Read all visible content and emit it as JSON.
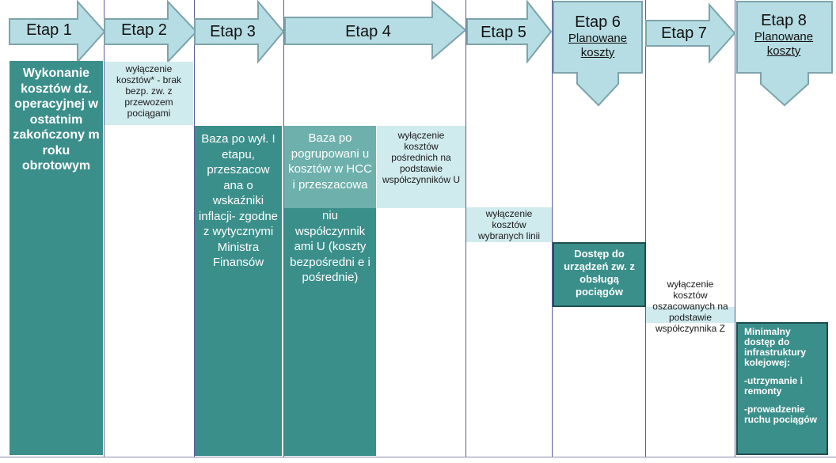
{
  "stages": [
    {
      "label": "Etap 1",
      "sub": ""
    },
    {
      "label": "Etap 2",
      "sub": ""
    },
    {
      "label": "Etap 3",
      "sub": ""
    },
    {
      "label": "Etap 4",
      "sub": ""
    },
    {
      "label": "Etap 5",
      "sub": ""
    },
    {
      "label": "Etap 6",
      "sub": "Planowane koszty"
    },
    {
      "label": "Etap 7",
      "sub": ""
    },
    {
      "label": "Etap 8",
      "sub": "Planowane koszty"
    }
  ],
  "boxes": {
    "stage1_main": "Wykonanie kosztów dz. operacyjnej w ostatnim zakończony m roku obrotowym",
    "stage2_note": "wyłączenie kosztów* - brak bezp. zw. z przewozem pociągami",
    "stage3_main": "Baza po wył. I etapu, przeszacow ana o wskaźniki inflacji- zgodne z wytycznymi Ministra Finansów",
    "stage4_main_top": "Baza po pogrupowani u kosztów w HCC i przeszacowa",
    "stage4_main_bottom": "niu współczynnik ami U (koszty bezpośredni e i pośrednie)",
    "stage4_note": "wyłączenie kosztów pośrednich na podstawie współczynników U",
    "stage5_note": "wyłączenie kosztów wybranych linii",
    "stage6_main": "Dostęp do urządzeń zw. z obsługą pociągów",
    "stage7_note": "wyłączenie kosztów oszacowanych na podstawie współczynnika Z",
    "stage8_title": "Minimalny dostęp do infrastruktury kolejowej:",
    "stage8_item1": "-utrzymanie i remonty",
    "stage8_item2": "-prowadzenie ruchu pociągów"
  },
  "colors": {
    "arrow_fill": "#b7dde4",
    "arrow_stroke": "#7da3ab",
    "teal": "#3b8f8b",
    "teal_light": "#6eb0ac",
    "pale": "#d0ebee",
    "divider": "#5a5a9a"
  }
}
